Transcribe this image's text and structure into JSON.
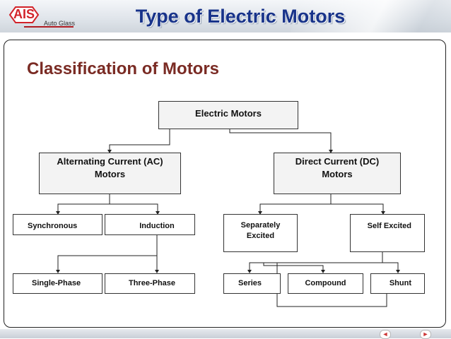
{
  "header": {
    "logo_text": "AIS",
    "logo_subtext": "Auto Glass",
    "title": "Type of Electric Motors"
  },
  "subtitle": "Classification of Motors",
  "diagram": {
    "root": "Electric Motors",
    "ac": "Alternating Current (AC) Motors",
    "dc": "Direct Current (DC) Motors",
    "synchronous": "Synchronous",
    "induction": "Induction",
    "separately_excited": "Separately Excited",
    "self_excited": "Self Excited",
    "single_phase": "Single-Phase",
    "three_phase": "Three-Phase",
    "series": "Series",
    "compound": "Compound",
    "shunt": "Shunt"
  },
  "footer": {
    "prev_icon": "left-arrow-icon",
    "next_icon": "right-arrow-icon",
    "prev_glyph": "◄",
    "next_glyph": "►"
  }
}
